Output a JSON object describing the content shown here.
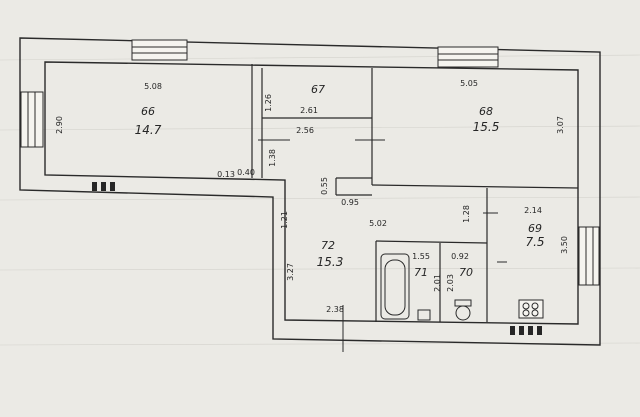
{
  "colors": {
    "paper": "#ebeae5",
    "ink": "#262626",
    "wall": "#2a2a2a",
    "grid": "#c9c8c2"
  },
  "rooms": [
    {
      "id": "66",
      "area": "14.7"
    },
    {
      "id": "67",
      "area": ""
    },
    {
      "id": "68",
      "area": "15.5"
    },
    {
      "id": "69",
      "area": "7.5"
    },
    {
      "id": "72",
      "area": "15.3"
    },
    {
      "id": "71",
      "area": ""
    },
    {
      "id": "70",
      "area": ""
    }
  ],
  "dimensions": {
    "d508": "5.08",
    "d290": "2.90",
    "d126": "1.26",
    "d261": "2.61",
    "d505": "5.05",
    "d307": "3.07",
    "d256": "2.56",
    "d138": "1.38",
    "d013": "0.13",
    "d040": "0.40",
    "d055": "0.55",
    "d095": "0.95",
    "d121": "1.21",
    "d502": "5.02",
    "d128": "1.28",
    "d214": "2.14",
    "d350": "3.50",
    "d155": "1.55",
    "d092": "0.92",
    "d327": "3.27",
    "d201": "2.01",
    "d203": "2.03",
    "d238": "2.38"
  }
}
